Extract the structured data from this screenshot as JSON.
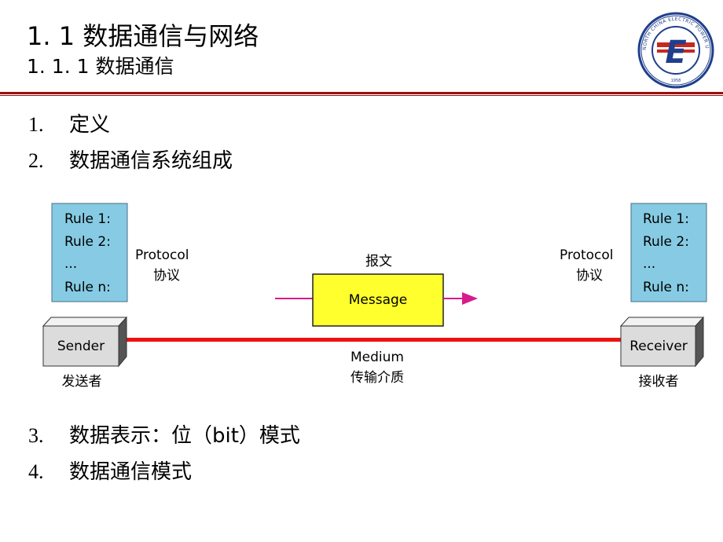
{
  "header": {
    "title": "1. 1  数据通信与网络",
    "subtitle": "1. 1. 1  数据通信"
  },
  "logo": {
    "center_letter": "E",
    "ring_text": "NORTH CHINA ELECTRIC POWER UNIVERSITY",
    "year": "1958",
    "colors": {
      "ring": "#1f3f8c",
      "stripe": "#c8281e"
    }
  },
  "list": [
    {
      "num": "1.",
      "text": "定义"
    },
    {
      "num": "2.",
      "text": "数据通信系统组成"
    },
    {
      "num": "3.",
      "text": "数据表示：位（bit）模式"
    },
    {
      "num": "4.",
      "text": "数据通信模式"
    }
  ],
  "diagram": {
    "left_rules": [
      "Rule 1:",
      "Rule 2:",
      "...",
      "Rule n:"
    ],
    "right_rules": [
      "Rule 1:",
      "Rule 2:",
      "...",
      "Rule n:"
    ],
    "left_protocol": {
      "en": "Protocol",
      "zh": "协议"
    },
    "right_protocol": {
      "en": "Protocol",
      "zh": "协议"
    },
    "message_label": "报文",
    "message": "Message",
    "sender": {
      "en": "Sender",
      "zh": "发送者"
    },
    "receiver": {
      "en": "Receiver",
      "zh": "接收者"
    },
    "medium": {
      "en": "Medium",
      "zh": "传输介质"
    },
    "colors": {
      "rules_box": "#86cbe3",
      "message_box": "#ffff2e",
      "arrow": "#d81b8c",
      "medium_line": "#ee1111",
      "device_face": "#dcdcdc"
    }
  }
}
